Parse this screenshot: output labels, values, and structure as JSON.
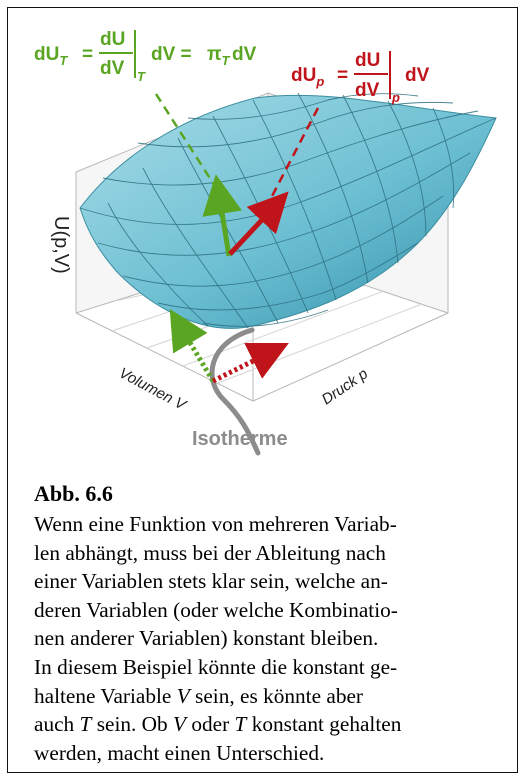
{
  "equations": {
    "dUT": {
      "lhs": "dU",
      "lhs_sub": "T",
      "eq": "=",
      "num": "dU",
      "den": "dV",
      "bar_sub": "T",
      "rest": "dV =",
      "pi": "π",
      "pi_sub": "T",
      "tail": "dV"
    },
    "dUp": {
      "lhs": "dU",
      "lhs_sub": "p",
      "eq": "=",
      "num": "dU",
      "den": "dV",
      "bar_sub": "p",
      "tail": "dV"
    }
  },
  "axes": {
    "z_label": "U(p,V)",
    "x_label": "Volumen V",
    "y_label": "Druck p"
  },
  "curve_label": "Isotherme",
  "colors": {
    "green": "#5aa521",
    "red": "#c0141b",
    "surface": "#7ec8d8",
    "curve": "#8c8c8c"
  },
  "caption": {
    "title": "Abb. 6.6",
    "lines": [
      "Wenn eine Funktion von mehreren Variab-",
      "len abhängt, muss bei der Ableitung nach",
      "einer Variablen stets klar sein, welche an-",
      "deren Variablen (oder welche Kombinatio-",
      "nen anderer Variablen) konstant bleiben.",
      "In diesem Beispiel könnte die konstant ge-"
    ],
    "line7": {
      "a": "haltene Variable ",
      "v": "V",
      "b": " sein, es könnte aber"
    },
    "line8": {
      "a": "auch ",
      "t": "T",
      "b": " sein.  Ob ",
      "v": "V",
      "c": " oder ",
      "t2": "T",
      "d": " konstant gehalten"
    },
    "line9": "werden, macht einen Unterschied."
  }
}
